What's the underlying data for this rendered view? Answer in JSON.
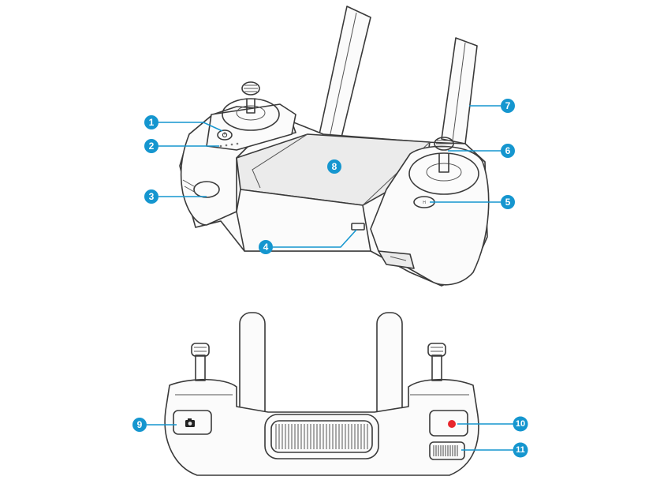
{
  "callouts": {
    "c1": "1",
    "c2": "2",
    "c3": "3",
    "c4": "4",
    "c5": "5",
    "c6": "6",
    "c7": "7",
    "c8": "8",
    "c9": "9",
    "c10": "10",
    "c11": "11"
  },
  "colors": {
    "callout": "#1596cf",
    "record": "#e8272d"
  },
  "icons": {
    "power": "power-icon",
    "camera": "camera-icon",
    "record": "record-dot-icon"
  }
}
